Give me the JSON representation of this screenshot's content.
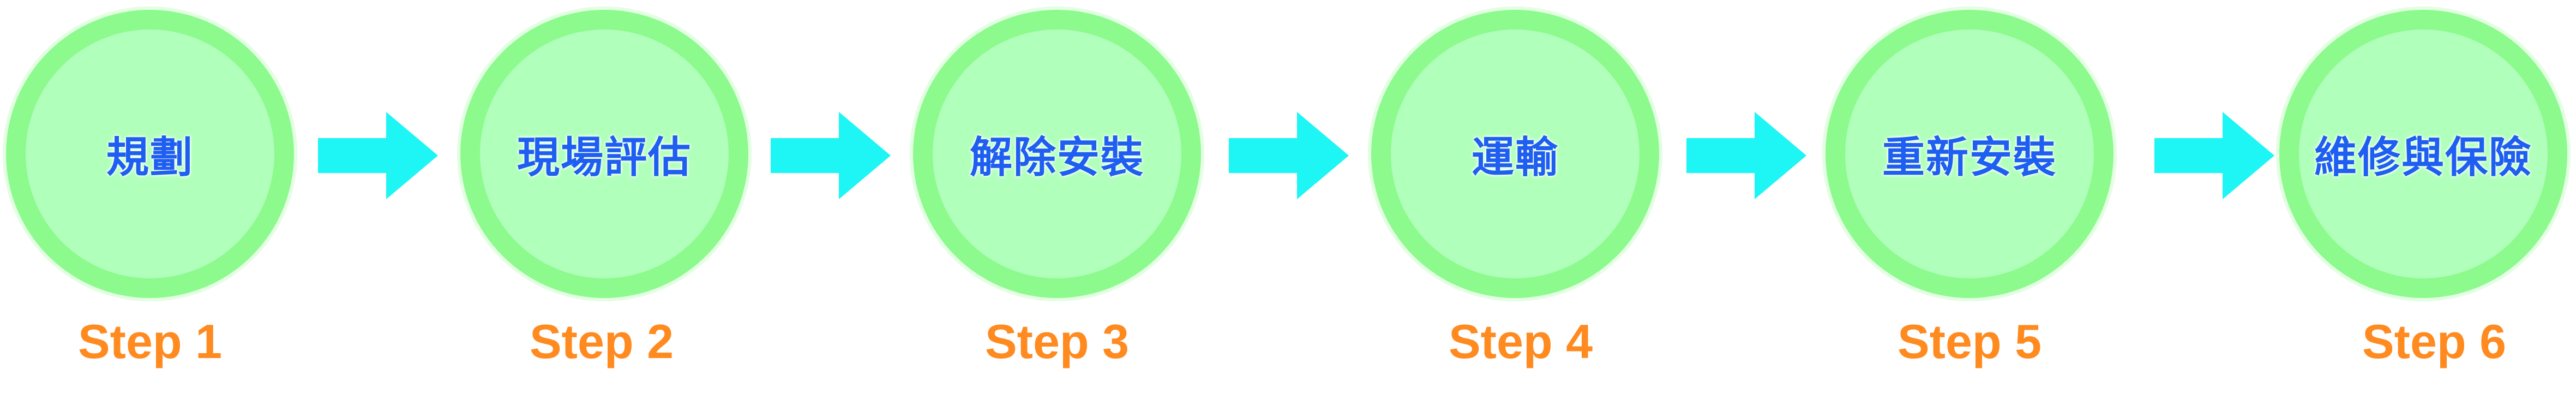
{
  "diagram": {
    "steps": [
      {
        "label": "規劃",
        "caption": "Step 1"
      },
      {
        "label": "現場評估",
        "caption": "Step 2"
      },
      {
        "label": "解除安裝",
        "caption": "Step 3"
      },
      {
        "label": "運輸",
        "caption": "Step 4"
      },
      {
        "label": "重新安裝",
        "caption": "Step 5"
      },
      {
        "label": "維修與保險",
        "caption": "Step 6"
      }
    ],
    "colors": {
      "ring": "#8cfa8c",
      "core": "#b0ffbb",
      "label_text": "#1e5ef0",
      "caption_text": "#ff8a1f",
      "arrow": "#1ef5f5"
    }
  }
}
